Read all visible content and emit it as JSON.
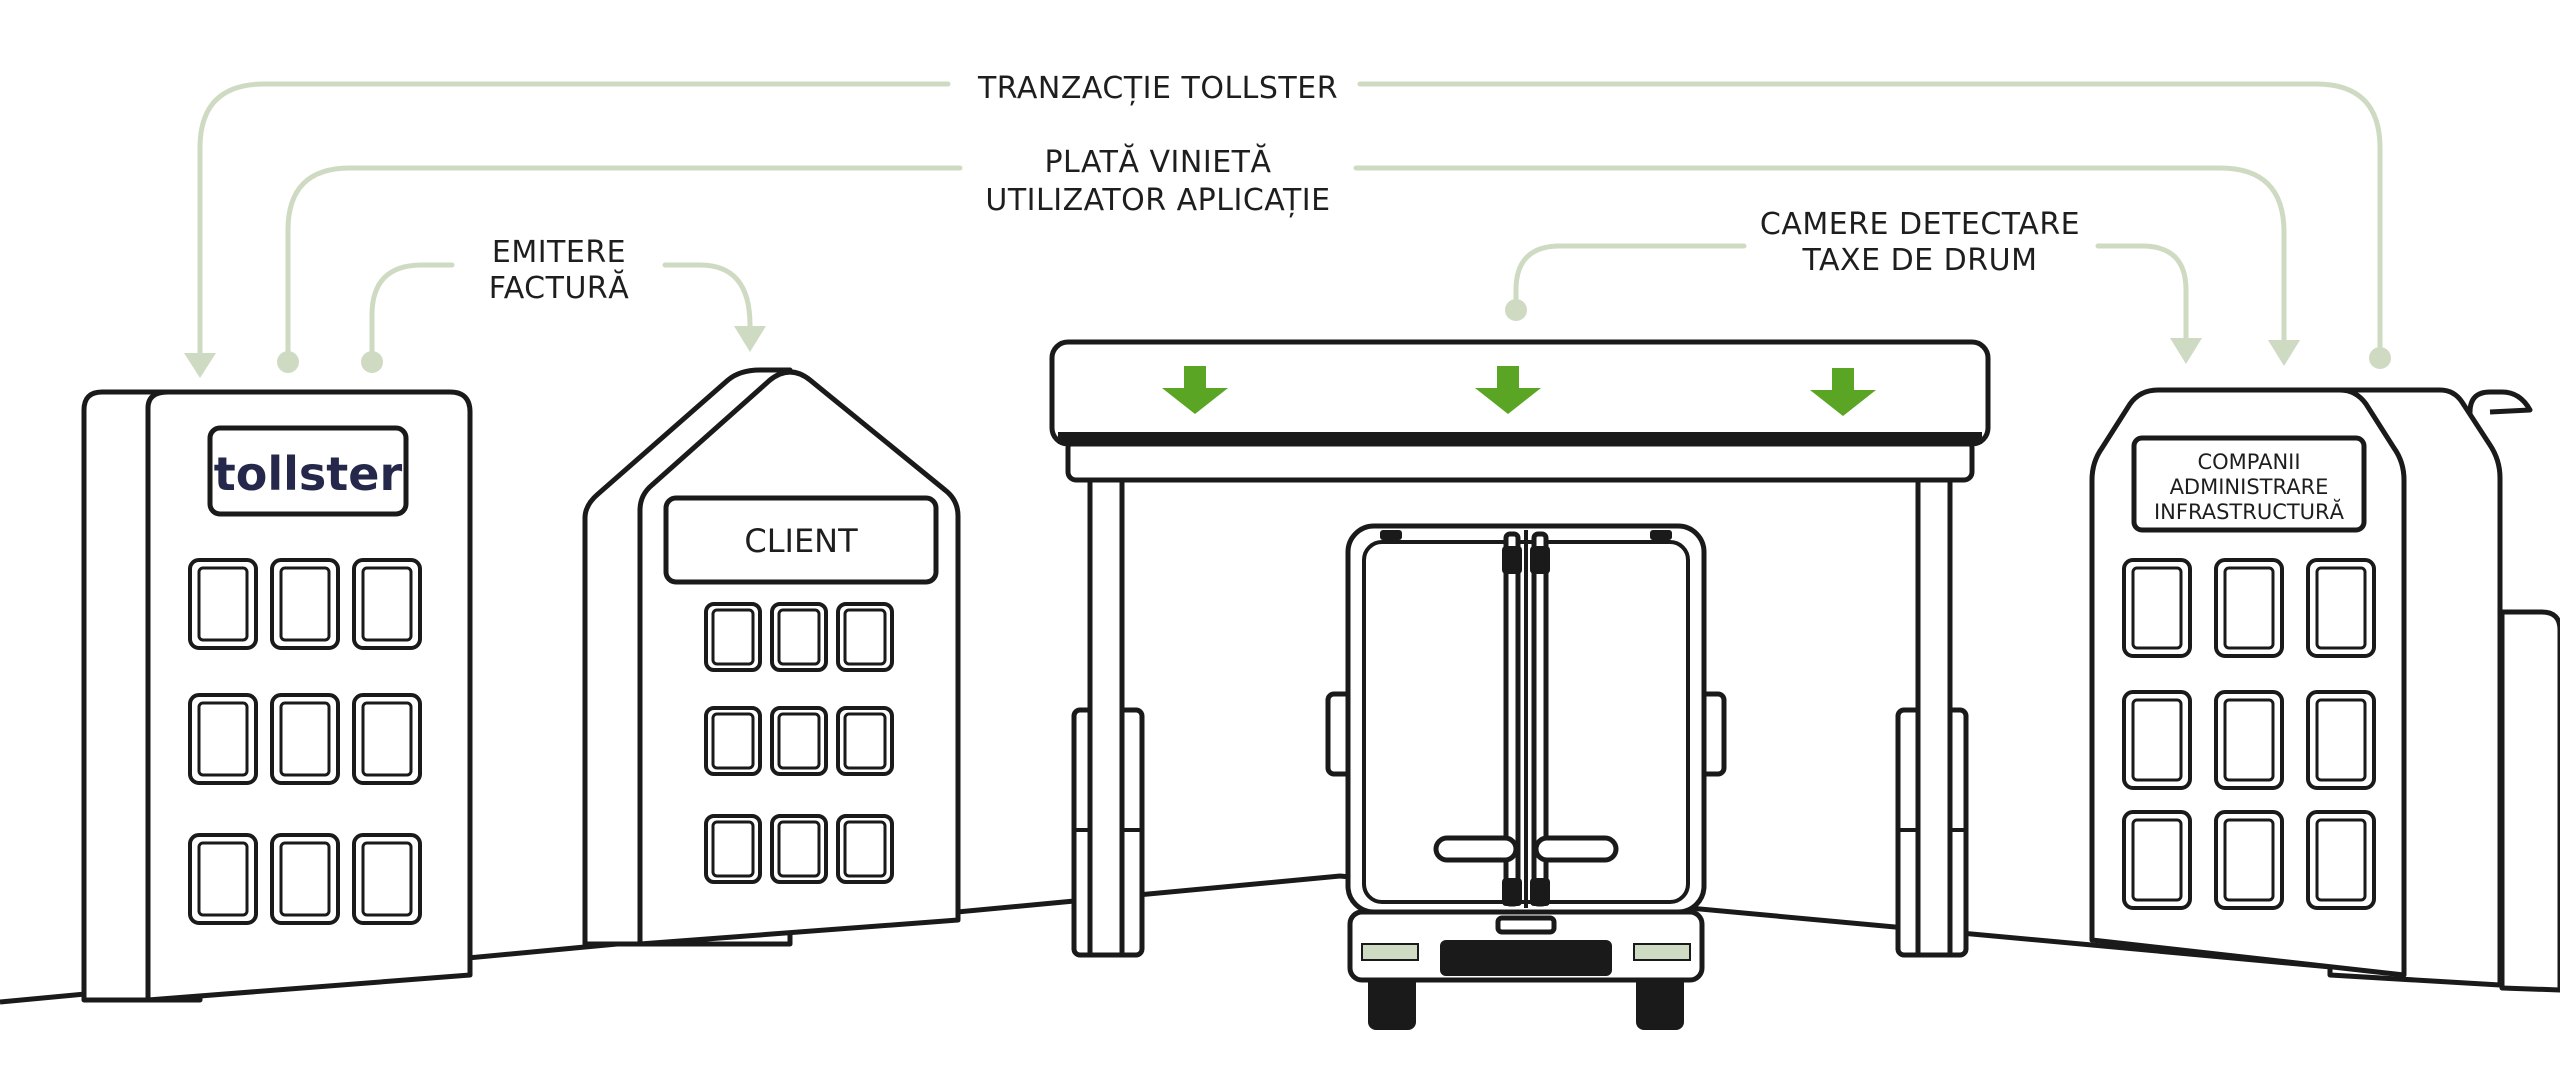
{
  "flows": {
    "tollster_transaction": "TRANZACȚIE TOLLSTER",
    "vignette_payment_line1": "PLATĂ VINIETĂ",
    "vignette_payment_line2": "UTILIZATOR APLICAȚIE",
    "invoice_line1": "EMITERE",
    "invoice_line2": "FACTURĂ",
    "cameras_line1": "CAMERE DETECTARE",
    "cameras_line2": "TAXE DE DRUM"
  },
  "buildings": {
    "tollster_logo": "tollster",
    "client": "CLIENT",
    "infra_line1": "COMPANII",
    "infra_line2": "ADMINISTRARE",
    "infra_line3": "INFRASTRUCTURĂ"
  },
  "colors": {
    "connector": "#cfdac2",
    "arrow_green": "#5aa523",
    "logo_dark": "#25284a",
    "outline": "#1a1a1a"
  }
}
